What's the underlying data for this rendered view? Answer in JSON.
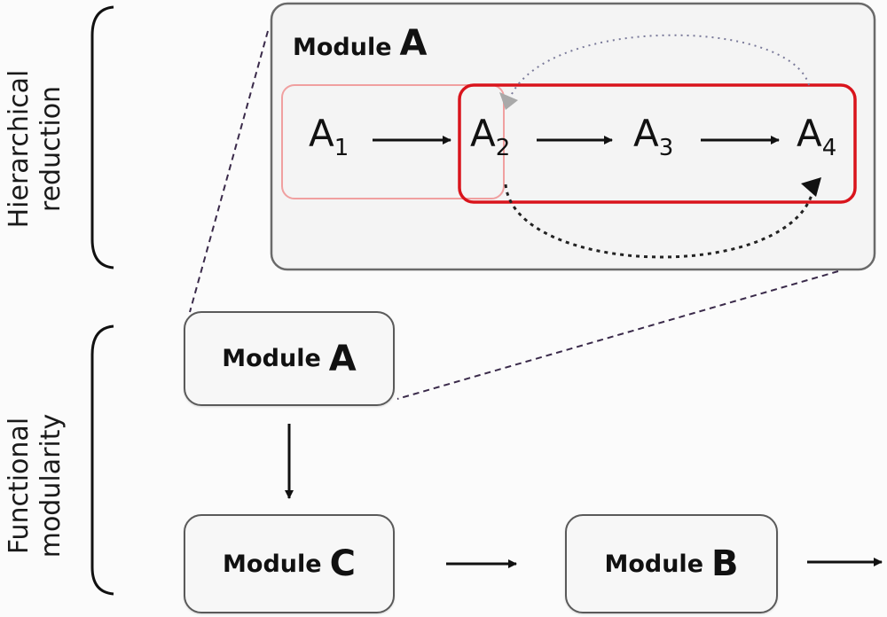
{
  "labels": {
    "hierarchical_line1": "Hierarchical",
    "hierarchical_line2": "reduction",
    "functional_line1": "Functional",
    "functional_line2": "modularity"
  },
  "panel": {
    "title_word": "Module",
    "title_letter": "A",
    "nodes": [
      {
        "base": "A",
        "sub": "1"
      },
      {
        "base": "A",
        "sub": "2"
      },
      {
        "base": "A",
        "sub": "3"
      },
      {
        "base": "A",
        "sub": "4"
      }
    ]
  },
  "modules": {
    "a": {
      "word": "Module",
      "letter": "A"
    },
    "c": {
      "word": "Module",
      "letter": "C"
    },
    "b": {
      "word": "Module",
      "letter": "B"
    }
  },
  "colors": {
    "highlight_red": "#d9141c",
    "faded_red": "#f0a0a0",
    "panel_border": "#6a6a6a",
    "arrow": "#111111"
  }
}
